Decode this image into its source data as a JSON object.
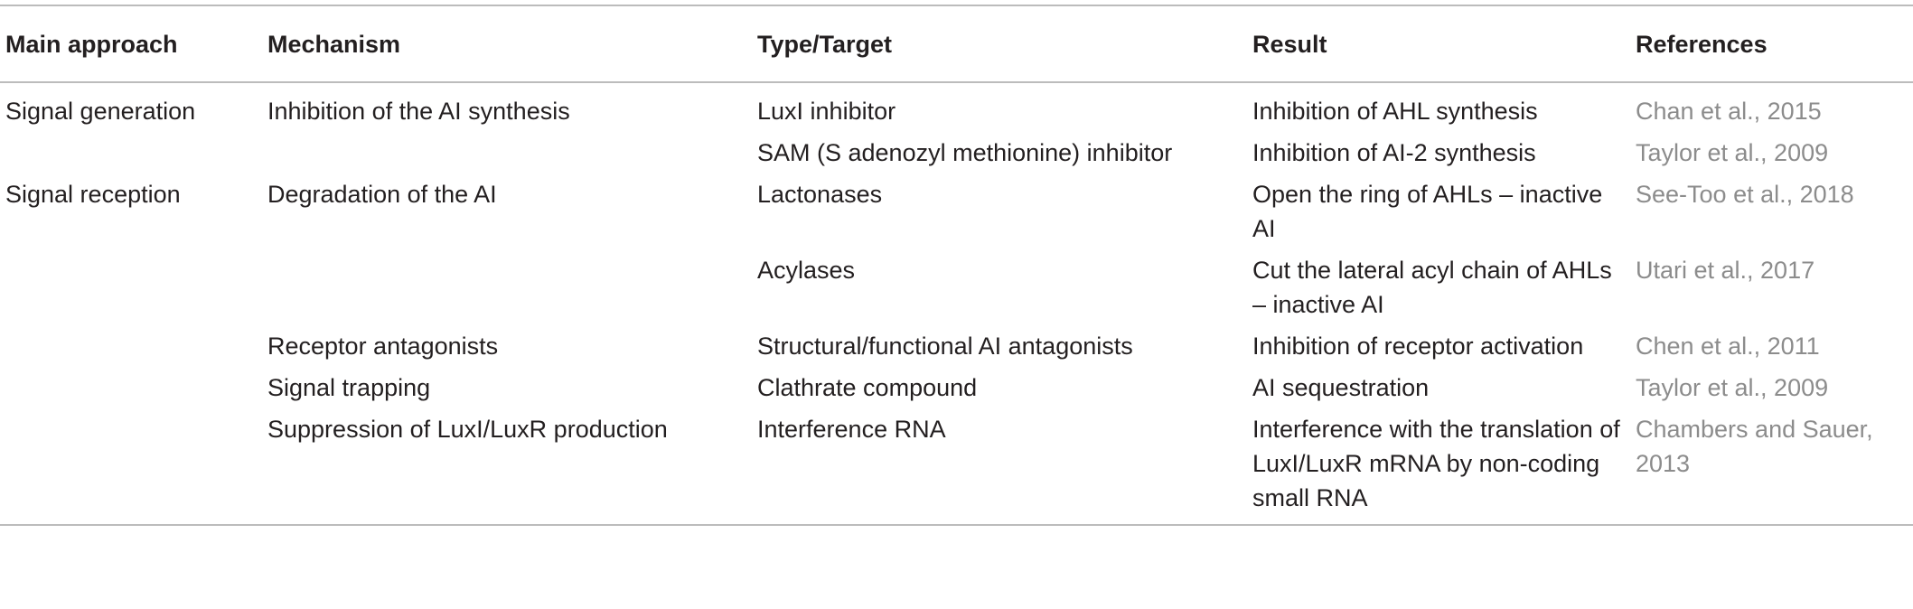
{
  "table": {
    "headers": [
      "Main approach",
      "Mechanism",
      "Type/Target",
      "Result",
      "References"
    ],
    "rows": [
      {
        "approach": "Signal generation",
        "mechanism": "Inhibition of the AI synthesis",
        "target": "LuxI inhibitor",
        "result": "Inhibition of AHL synthesis",
        "reference": "Chan et al., 2015"
      },
      {
        "approach": "",
        "mechanism": "",
        "target": "SAM (S adenozyl methionine) inhibitor",
        "result": "Inhibition of AI-2 synthesis",
        "reference": "Taylor et al., 2009"
      },
      {
        "approach": "Signal reception",
        "mechanism": "Degradation of the AI",
        "target": "Lactonases",
        "result": "Open the ring of AHLs – inactive AI",
        "reference": "See-Too et al., 2018"
      },
      {
        "approach": "",
        "mechanism": "",
        "target": "Acylases",
        "result": "Cut the lateral acyl chain of AHLs – inactive AI",
        "reference": "Utari et al., 2017"
      },
      {
        "approach": "",
        "mechanism": "Receptor antagonists",
        "target": "Structural/functional AI antagonists",
        "result": "Inhibition of receptor activation",
        "reference": "Chen et al., 2011"
      },
      {
        "approach": "",
        "mechanism": "Signal trapping",
        "target": "Clathrate compound",
        "result": "AI sequestration",
        "reference": "Taylor et al., 2009"
      },
      {
        "approach": "",
        "mechanism": "Suppression of LuxI/LuxR production",
        "target": "Interference RNA",
        "result": "Interference with the translation of LuxI/LuxR mRNA by non-coding small RNA",
        "reference": "Chambers and Sauer, 2013"
      }
    ]
  }
}
